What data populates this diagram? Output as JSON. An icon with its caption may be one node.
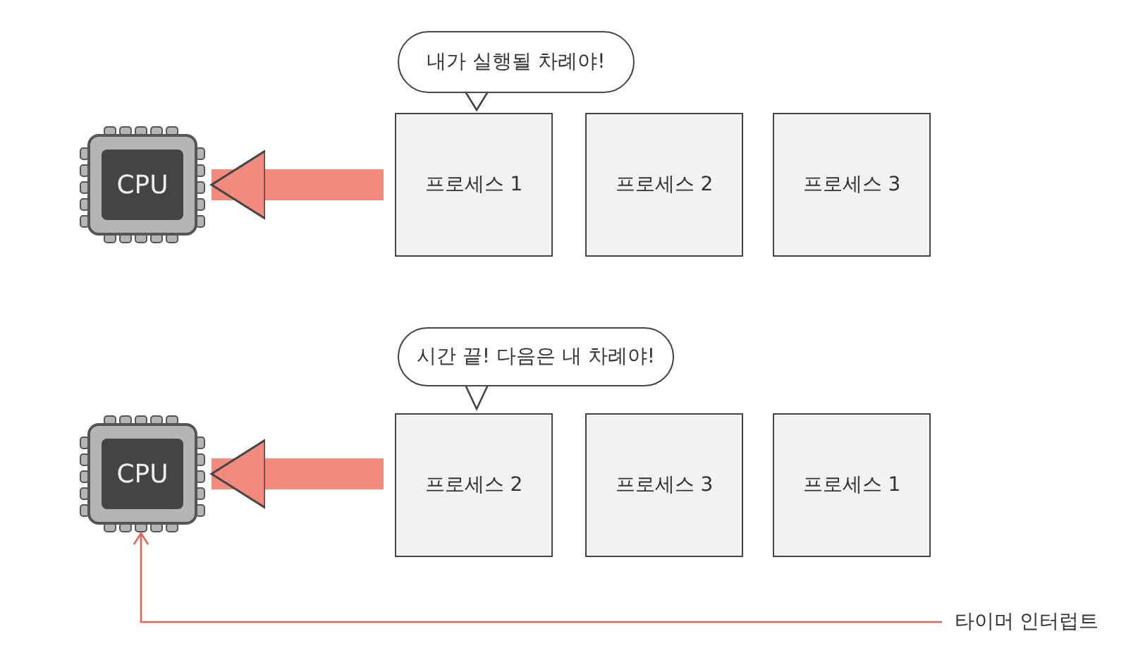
{
  "diagram": {
    "nodes": [
      {
        "text": [
          "CPU"
        ]
      },
      {
        "text": [
          "프로세스 1"
        ],
        "beside": [
          "내가 실행될 차례야!"
        ]
      },
      {
        "text": [
          "프로세스 2"
        ]
      },
      {
        "text": [
          "프로세스 3"
        ]
      },
      {
        "text": [
          "CPU"
        ]
      },
      {
        "text": [
          "프로세스 2"
        ],
        "beside": [
          "시간 끝! 다음은 내 차례야!"
        ]
      },
      {
        "text": [
          "프로세스 3"
        ]
      },
      {
        "text": [
          "프로세스 1"
        ]
      },
      {
        "text": [
          "타이머 인터럽트"
        ]
      }
    ],
    "edges": [
      {
        "from": 1,
        "to": 0,
        "arrow": "to"
      },
      {
        "from": 5,
        "to": 4,
        "arrow": "to"
      },
      {
        "from": 8,
        "to": 4,
        "arrow": "to",
        "color": "#e0675a"
      }
    ]
  }
}
